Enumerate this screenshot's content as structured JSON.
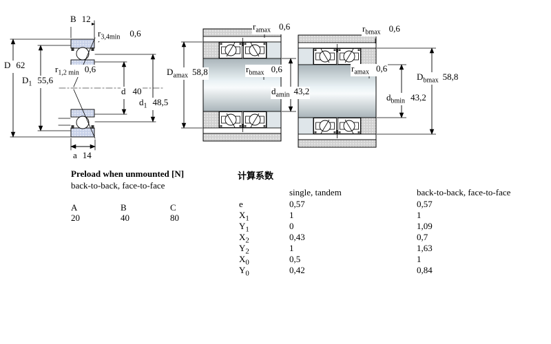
{
  "single_bearing": {
    "labels": {
      "B": {
        "base": "B",
        "sub": "",
        "value": "12"
      },
      "r34": {
        "base": "r",
        "sub": "3,4min",
        "value": "0,6"
      },
      "D": {
        "base": "D",
        "sub": "",
        "value": "62"
      },
      "r12": {
        "base": "r",
        "sub": "1,2 min",
        "value": "0,6"
      },
      "D1": {
        "base": "D",
        "sub": "1",
        "value": "55,6"
      },
      "d": {
        "base": "d",
        "sub": "",
        "value": "40"
      },
      "d1": {
        "base": "d",
        "sub": "1",
        "value": "48,5"
      },
      "a": {
        "base": "a",
        "sub": "",
        "value": "14"
      }
    }
  },
  "arrangement_back_to_back": {
    "ramax": {
      "base": "r",
      "sub": "amax",
      "value": "0,6"
    },
    "Damax": {
      "base": "D",
      "sub": "amax",
      "value": "58,8"
    },
    "rbmax": {
      "base": "r",
      "sub": "bmax",
      "value": "0,6"
    },
    "damin": {
      "base": "d",
      "sub": "amin",
      "value": "43,2"
    }
  },
  "arrangement_face_to_face": {
    "rbmax": {
      "base": "r",
      "sub": "bmax",
      "value": "0,6"
    },
    "ramax": {
      "base": "r",
      "sub": "amax",
      "value": "0,6"
    },
    "Dbmax": {
      "base": "D",
      "sub": "bmax",
      "value": "58,8"
    },
    "dbmin": {
      "base": "d",
      "sub": "bmin",
      "value": "43,2"
    }
  },
  "preload_table": {
    "title": "Preload when unmounted [N]",
    "subtitle": "back-to-back, face-to-face",
    "columns": [
      "A",
      "B",
      "C"
    ],
    "values": [
      "20",
      "40",
      "80"
    ]
  },
  "factors_table": {
    "title": "计算系数",
    "col_single": "single, tandem",
    "col_paired": "back-to-back, face-to-face",
    "rows": [
      {
        "label": "e",
        "sub": "",
        "single": "0,57",
        "paired": "0,57"
      },
      {
        "label": "X",
        "sub": "1",
        "single": "1",
        "paired": "1"
      },
      {
        "label": "Y",
        "sub": "1",
        "single": "0",
        "paired": "1,09"
      },
      {
        "label": "X",
        "sub": "2",
        "single": "0,43",
        "paired": "0,7"
      },
      {
        "label": "Y",
        "sub": "2",
        "single": "1",
        "paired": "1,63"
      },
      {
        "label": "X",
        "sub": "0",
        "single": "0,5",
        "paired": "1"
      },
      {
        "label": "Y",
        "sub": "0",
        "single": "0,42",
        "paired": "0,84"
      }
    ]
  },
  "colors": {
    "ring_fill": "#cbd4ea",
    "steel_fill": "#d3d3d3",
    "shaft_highlight": "#eef4f6",
    "line": "#000000"
  }
}
